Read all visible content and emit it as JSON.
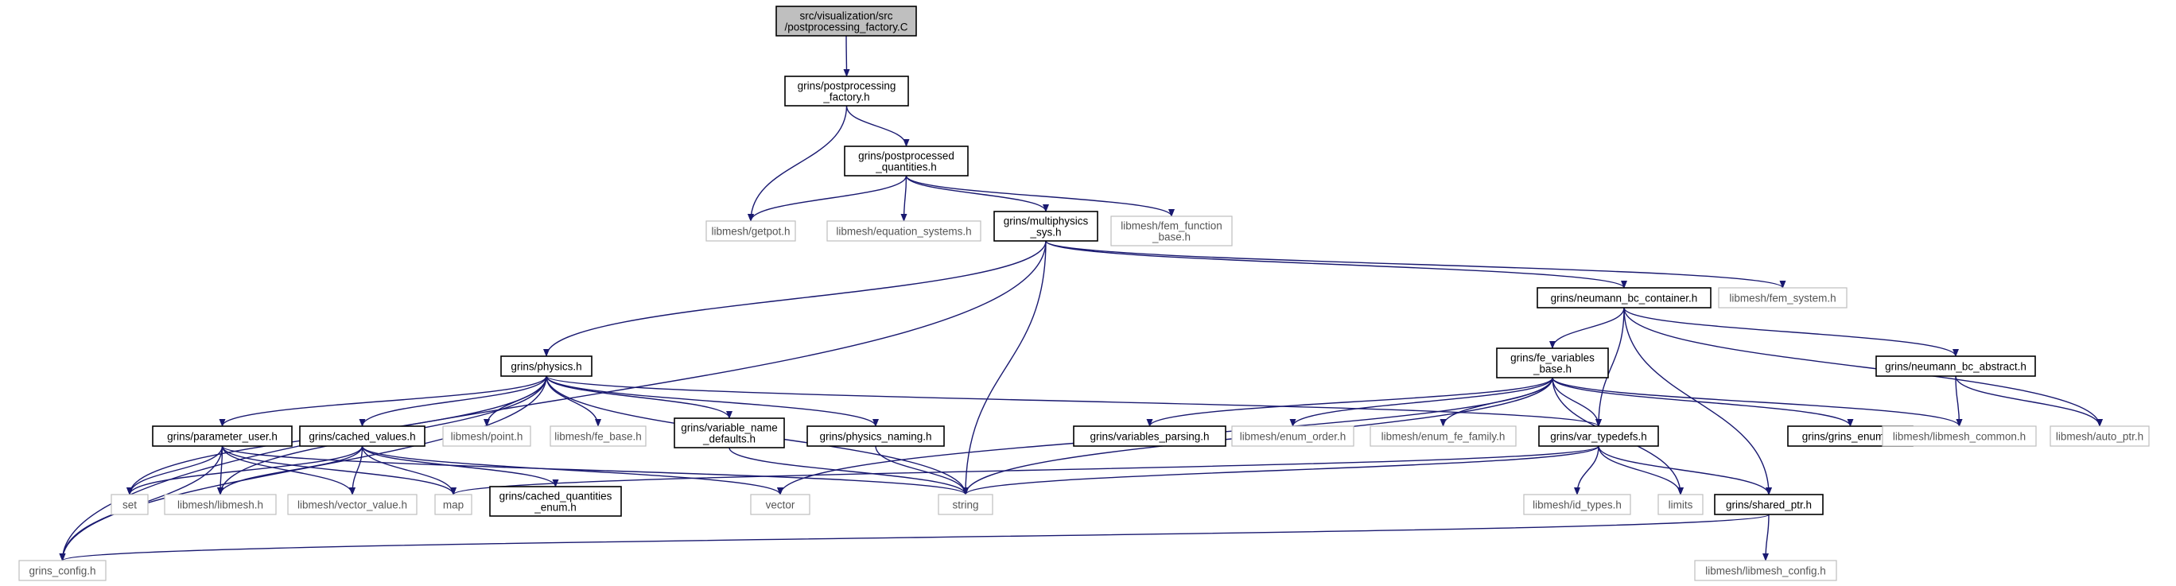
{
  "graph": {
    "title": "",
    "edge_color": "#191970",
    "root_fill": "#bfbfbf",
    "external_border": "#bfbfbf",
    "nodes": [
      {
        "id": "root",
        "lines": [
          "src/visualization/src",
          "/postprocessing_factory.C"
        ],
        "kind": "root"
      },
      {
        "id": "pp_factory_h",
        "lines": [
          "grins/postprocessing",
          "_factory.h"
        ],
        "kind": "internal"
      },
      {
        "id": "pp_quantities_h",
        "lines": [
          "grins/postprocessed",
          "_quantities.h"
        ],
        "kind": "internal"
      },
      {
        "id": "getpot",
        "lines": [
          "libmesh/getpot.h"
        ],
        "kind": "external"
      },
      {
        "id": "equation_systems",
        "lines": [
          "libmesh/equation_systems.h"
        ],
        "kind": "external"
      },
      {
        "id": "multiphysics_sys",
        "lines": [
          "grins/multiphysics",
          "_sys.h"
        ],
        "kind": "internal"
      },
      {
        "id": "fem_function_base",
        "lines": [
          "libmesh/fem_function",
          "_base.h"
        ],
        "kind": "external"
      },
      {
        "id": "neumann_bc_container",
        "lines": [
          "grins/neumann_bc_container.h"
        ],
        "kind": "internal"
      },
      {
        "id": "fem_system",
        "lines": [
          "libmesh/fem_system.h"
        ],
        "kind": "external"
      },
      {
        "id": "physics_h",
        "lines": [
          "grins/physics.h"
        ],
        "kind": "internal"
      },
      {
        "id": "fe_variables_base",
        "lines": [
          "grins/fe_variables",
          "_base.h"
        ],
        "kind": "internal"
      },
      {
        "id": "neumann_bc_abstract",
        "lines": [
          "grins/neumann_bc_abstract.h"
        ],
        "kind": "internal"
      },
      {
        "id": "parameter_user",
        "lines": [
          "grins/parameter_user.h"
        ],
        "kind": "internal"
      },
      {
        "id": "cached_values",
        "lines": [
          "grins/cached_values.h"
        ],
        "kind": "internal"
      },
      {
        "id": "point_h",
        "lines": [
          "libmesh/point.h"
        ],
        "kind": "external"
      },
      {
        "id": "fe_base",
        "lines": [
          "libmesh/fe_base.h"
        ],
        "kind": "external"
      },
      {
        "id": "variable_name_defaults",
        "lines": [
          "grins/variable_name",
          "_defaults.h"
        ],
        "kind": "internal"
      },
      {
        "id": "physics_naming",
        "lines": [
          "grins/physics_naming.h"
        ],
        "kind": "internal"
      },
      {
        "id": "variables_parsing",
        "lines": [
          "grins/variables_parsing.h"
        ],
        "kind": "internal"
      },
      {
        "id": "enum_order",
        "lines": [
          "libmesh/enum_order.h"
        ],
        "kind": "external"
      },
      {
        "id": "enum_fe_family",
        "lines": [
          "libmesh/enum_fe_family.h"
        ],
        "kind": "external"
      },
      {
        "id": "var_typedefs",
        "lines": [
          "grins/var_typedefs.h"
        ],
        "kind": "internal"
      },
      {
        "id": "grins_enums",
        "lines": [
          "grins/grins_enums.h"
        ],
        "kind": "internal"
      },
      {
        "id": "libmesh_common",
        "lines": [
          "libmesh/libmesh_common.h"
        ],
        "kind": "external"
      },
      {
        "id": "auto_ptr",
        "lines": [
          "libmesh/auto_ptr.h"
        ],
        "kind": "external"
      },
      {
        "id": "set",
        "lines": [
          "set"
        ],
        "kind": "external"
      },
      {
        "id": "libmesh_h",
        "lines": [
          "libmesh/libmesh.h"
        ],
        "kind": "external"
      },
      {
        "id": "vector_value",
        "lines": [
          "libmesh/vector_value.h"
        ],
        "kind": "external"
      },
      {
        "id": "map",
        "lines": [
          "map"
        ],
        "kind": "external"
      },
      {
        "id": "cached_quantities_enum",
        "lines": [
          "grins/cached_quantities",
          "_enum.h"
        ],
        "kind": "internal"
      },
      {
        "id": "vector",
        "lines": [
          "vector"
        ],
        "kind": "external"
      },
      {
        "id": "string",
        "lines": [
          "string"
        ],
        "kind": "external"
      },
      {
        "id": "id_types",
        "lines": [
          "libmesh/id_types.h"
        ],
        "kind": "external"
      },
      {
        "id": "limits",
        "lines": [
          "limits"
        ],
        "kind": "external"
      },
      {
        "id": "shared_ptr",
        "lines": [
          "grins/shared_ptr.h"
        ],
        "kind": "internal"
      },
      {
        "id": "grins_config",
        "lines": [
          "grins_config.h"
        ],
        "kind": "external"
      },
      {
        "id": "libmesh_config",
        "lines": [
          "libmesh/libmesh_config.h"
        ],
        "kind": "external"
      }
    ],
    "edges": [
      [
        "root",
        "pp_factory_h"
      ],
      [
        "pp_factory_h",
        "pp_quantities_h"
      ],
      [
        "pp_factory_h",
        "getpot"
      ],
      [
        "pp_quantities_h",
        "getpot"
      ],
      [
        "pp_quantities_h",
        "equation_systems"
      ],
      [
        "pp_quantities_h",
        "multiphysics_sys"
      ],
      [
        "pp_quantities_h",
        "fem_function_base"
      ],
      [
        "multiphysics_sys",
        "grins_config"
      ],
      [
        "multiphysics_sys",
        "physics_h"
      ],
      [
        "multiphysics_sys",
        "string"
      ],
      [
        "multiphysics_sys",
        "neumann_bc_container"
      ],
      [
        "multiphysics_sys",
        "fem_system"
      ],
      [
        "neumann_bc_container",
        "fe_variables_base"
      ],
      [
        "neumann_bc_container",
        "var_typedefs"
      ],
      [
        "neumann_bc_container",
        "neumann_bc_abstract"
      ],
      [
        "neumann_bc_container",
        "auto_ptr"
      ],
      [
        "neumann_bc_container",
        "shared_ptr"
      ],
      [
        "neumann_bc_abstract",
        "libmesh_common"
      ],
      [
        "neumann_bc_abstract",
        "auto_ptr"
      ],
      [
        "physics_h",
        "grins_config"
      ],
      [
        "physics_h",
        "set"
      ],
      [
        "physics_h",
        "libmesh_h"
      ],
      [
        "physics_h",
        "parameter_user"
      ],
      [
        "physics_h",
        "cached_values"
      ],
      [
        "physics_h",
        "point_h"
      ],
      [
        "physics_h",
        "fe_base"
      ],
      [
        "physics_h",
        "variable_name_defaults"
      ],
      [
        "physics_h",
        "physics_naming"
      ],
      [
        "physics_h",
        "string"
      ],
      [
        "physics_h",
        "var_typedefs"
      ],
      [
        "fe_variables_base",
        "vector"
      ],
      [
        "fe_variables_base",
        "variables_parsing"
      ],
      [
        "fe_variables_base",
        "enum_order"
      ],
      [
        "fe_variables_base",
        "enum_fe_family"
      ],
      [
        "fe_variables_base",
        "var_typedefs"
      ],
      [
        "fe_variables_base",
        "grins_enums"
      ],
      [
        "fe_variables_base",
        "libmesh_common"
      ],
      [
        "fe_variables_base",
        "limits"
      ],
      [
        "fe_variables_base",
        "string"
      ],
      [
        "parameter_user",
        "grins_config"
      ],
      [
        "parameter_user",
        "set"
      ],
      [
        "parameter_user",
        "libmesh_h"
      ],
      [
        "parameter_user",
        "vector_value"
      ],
      [
        "parameter_user",
        "map"
      ],
      [
        "parameter_user",
        "string"
      ],
      [
        "cached_values",
        "set"
      ],
      [
        "cached_values",
        "libmesh_h"
      ],
      [
        "cached_values",
        "vector_value"
      ],
      [
        "cached_values",
        "map"
      ],
      [
        "cached_values",
        "cached_quantities_enum"
      ],
      [
        "cached_values",
        "vector"
      ],
      [
        "variable_name_defaults",
        "string"
      ],
      [
        "physics_naming",
        "string"
      ],
      [
        "var_typedefs",
        "map"
      ],
      [
        "var_typedefs",
        "string"
      ],
      [
        "var_typedefs",
        "id_types"
      ],
      [
        "var_typedefs",
        "limits"
      ],
      [
        "var_typedefs",
        "shared_ptr"
      ],
      [
        "shared_ptr",
        "grins_config"
      ],
      [
        "shared_ptr",
        "libmesh_config"
      ]
    ]
  }
}
